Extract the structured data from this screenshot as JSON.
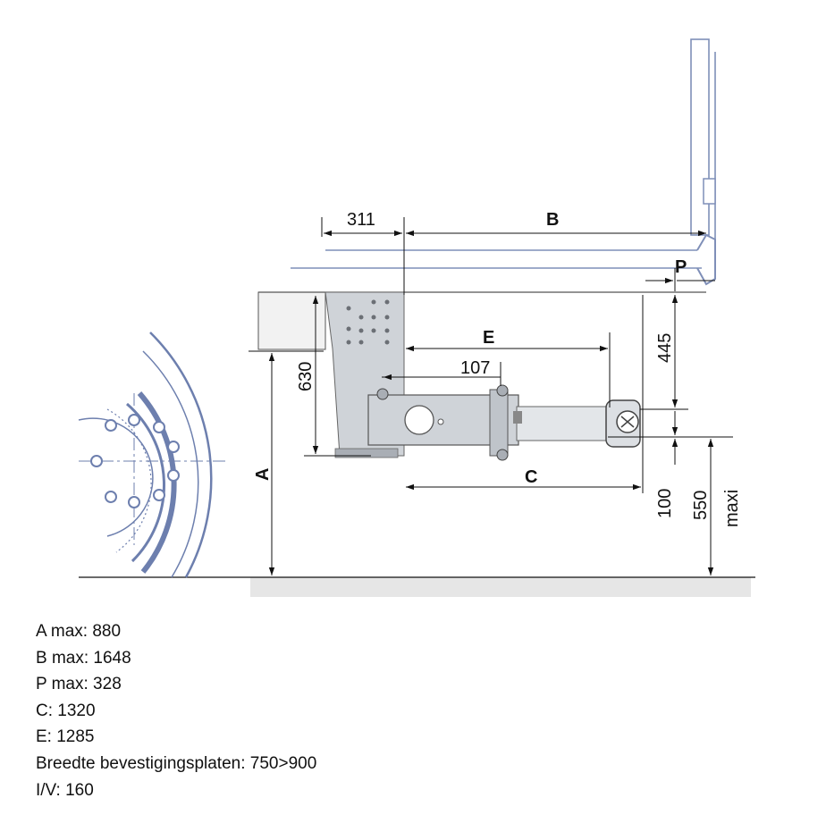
{
  "diagram": {
    "dimensions": {
      "d311": "311",
      "dB": "B",
      "dP": "P",
      "dE": "E",
      "d107": "107",
      "d630": "630",
      "d445": "445",
      "dA": "A",
      "dC": "C",
      "d100": "100",
      "d550": "550",
      "dMaxi": "maxi"
    }
  },
  "specs": [
    "A max: 880",
    "B max: 1648",
    "P max: 328",
    "C: 1320",
    "E: 1285",
    "Breedte bevestigingsplaten: 750>900",
    "I/V: 160"
  ],
  "colors": {
    "line": "#111111",
    "blue": "#7f8fb8",
    "wheel": "#6d7fae",
    "part": "#cfd3d8",
    "partDark": "#a9aeb5",
    "ground": "#e6e6e6"
  }
}
